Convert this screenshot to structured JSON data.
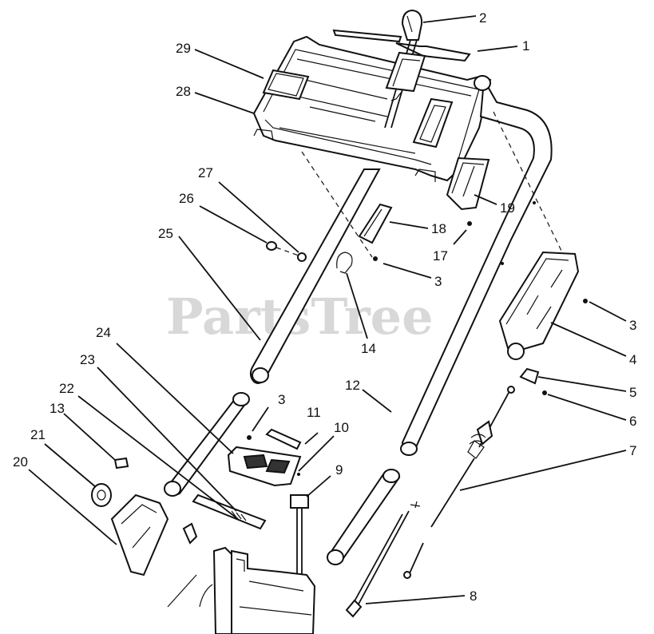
{
  "watermark": {
    "text": "PartsTree",
    "trademark": "™"
  },
  "callouts": [
    {
      "id": "c1",
      "text": "1"
    },
    {
      "id": "c2",
      "text": "2"
    },
    {
      "id": "c3a",
      "text": "3"
    },
    {
      "id": "c3b",
      "text": "3"
    },
    {
      "id": "c3c",
      "text": "3"
    },
    {
      "id": "c4",
      "text": "4"
    },
    {
      "id": "c5",
      "text": "5"
    },
    {
      "id": "c6",
      "text": "6"
    },
    {
      "id": "c7",
      "text": "7"
    },
    {
      "id": "c8",
      "text": "8"
    },
    {
      "id": "c9",
      "text": "9"
    },
    {
      "id": "c10",
      "text": "10"
    },
    {
      "id": "c11",
      "text": "11"
    },
    {
      "id": "c12",
      "text": "12"
    },
    {
      "id": "c13",
      "text": "13"
    },
    {
      "id": "c14",
      "text": "14"
    },
    {
      "id": "c17",
      "text": "17"
    },
    {
      "id": "c18",
      "text": "18"
    },
    {
      "id": "c19",
      "text": "19"
    },
    {
      "id": "c20",
      "text": "20"
    },
    {
      "id": "c21",
      "text": "21"
    },
    {
      "id": "c22",
      "text": "22"
    },
    {
      "id": "c23",
      "text": "23"
    },
    {
      "id": "c24",
      "text": "24"
    },
    {
      "id": "c25",
      "text": "25"
    },
    {
      "id": "c26",
      "text": "26"
    },
    {
      "id": "c27",
      "text": "27"
    },
    {
      "id": "c28",
      "text": "28"
    },
    {
      "id": "c29",
      "text": "29"
    }
  ]
}
